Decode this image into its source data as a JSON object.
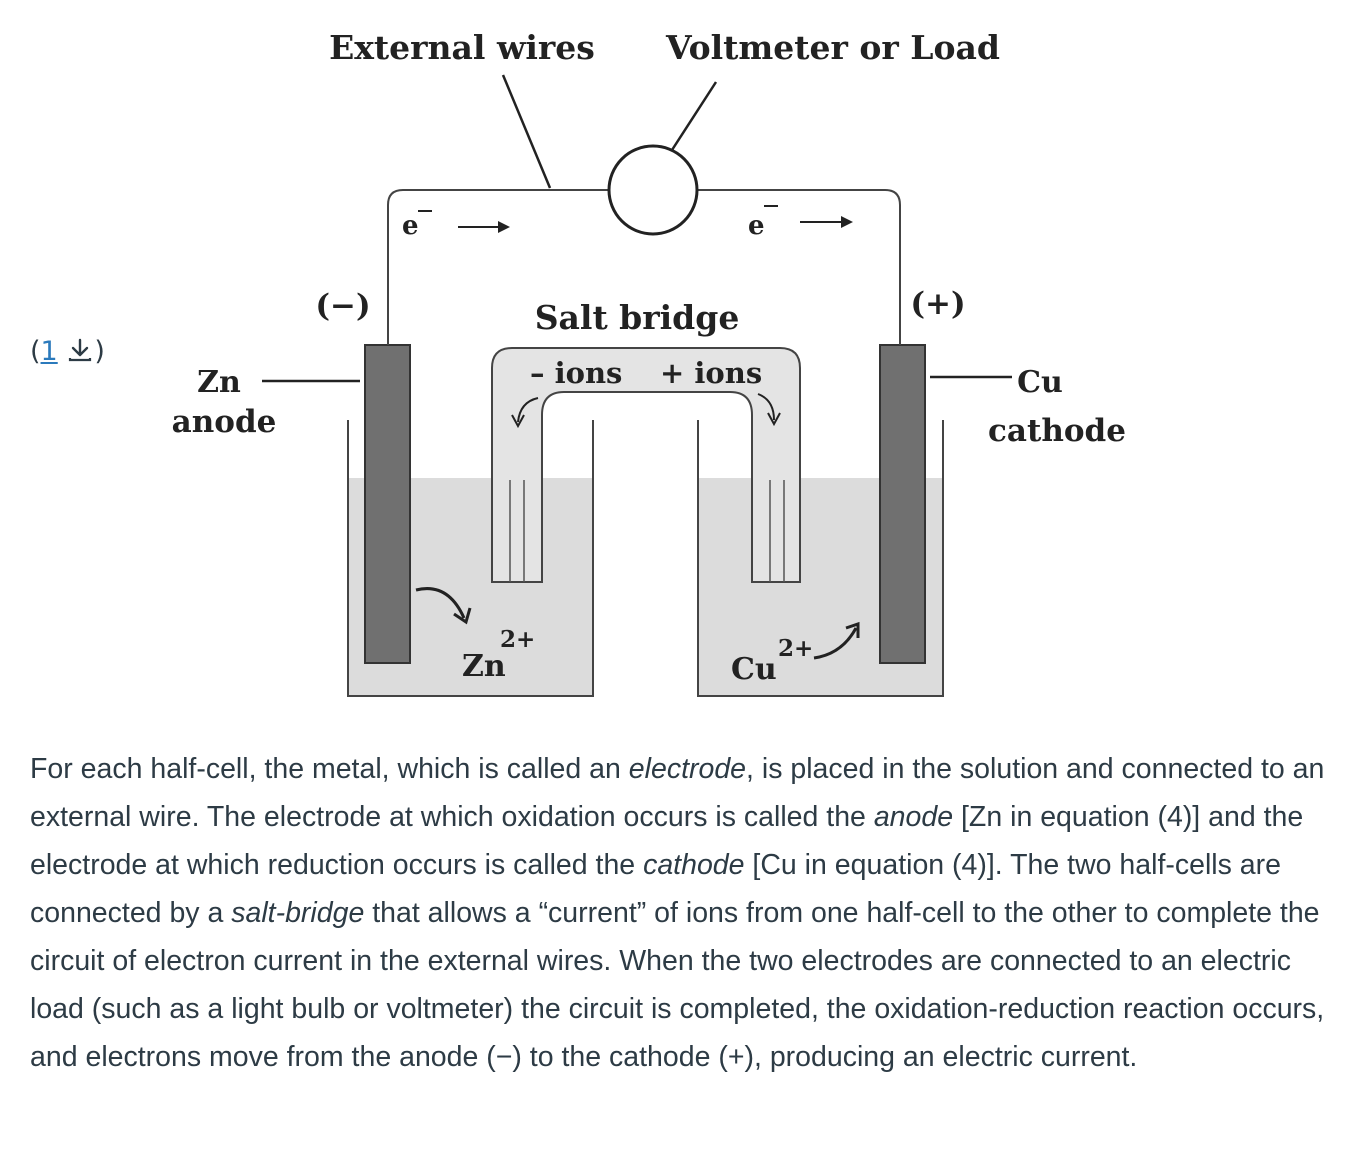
{
  "footnote": {
    "open": "(",
    "number": "1",
    "icon": "download-arrow-icon",
    "close": ")"
  },
  "figure": {
    "label_wires": "External wires",
    "label_load": "Voltmeter or Load",
    "electron_left": "e",
    "electron_right": "e",
    "sign_negative": "(−)",
    "sign_positive": "(+)",
    "salt_bridge": "Salt bridge",
    "neg_ions": "– ions",
    "pos_ions": "+ ions",
    "anode_metal": "Zn",
    "anode_word": "anode",
    "cathode_metal": "Cu",
    "cathode_word": "cathode",
    "zn_ion": "Zn",
    "zn_charge": "2+",
    "cu_ion": "Cu",
    "cu_charge": "2+"
  },
  "paragraph": {
    "t1": "For each half-cell, the metal, which is called an ",
    "e1": "electrode",
    "t2": ", is placed in the solution and connected to an external wire. The electrode at which oxidation occurs is called the ",
    "e2": "anode",
    "t3": " [Zn in equation (4)] and the electrode at which reduction occurs is called the ",
    "e3": "cathode",
    "t4": " [Cu in equation (4)]. The two half-cells are connected by a ",
    "e4": "salt-bridge",
    "t5": " that allows a “current” of ions from one half-cell to the other to complete the circuit of electron current in the external wires. When the two electrodes are connected to an electric load (such as a light bulb or voltmeter) the circuit is completed, the oxidation-reduction reaction occurs, and electrons move from the anode (−) to the cathode (+), producing an electric current."
  }
}
